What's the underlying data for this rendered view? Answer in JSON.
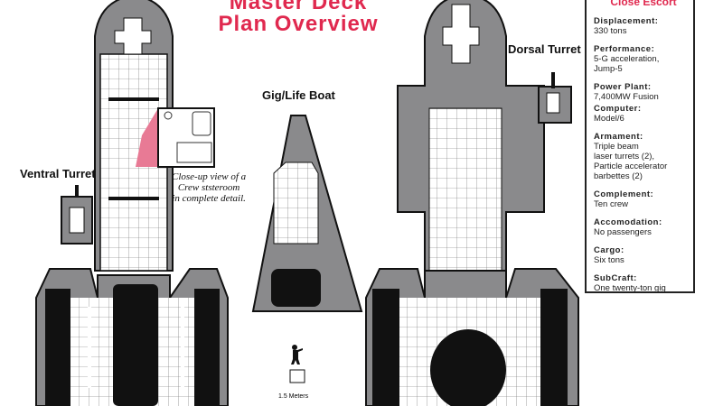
{
  "title": {
    "line1": "Master Deck",
    "line2": "Plan Overview"
  },
  "labels": {
    "gig": "Gig/Life Boat",
    "ventral_turret": "Ventral Turret",
    "dorsal_turret": "Dorsal Turret",
    "caption": [
      "Close-up view of a",
      "Crew ststeroom",
      "in complete detail."
    ],
    "scale": "1.5 Meters"
  },
  "specs": {
    "heading": "Close Escort",
    "items": [
      {
        "key": "Displacement:",
        "value": [
          "330 tons"
        ]
      },
      {
        "key": "Performance:",
        "value": [
          "5-G acceleration,",
          "Jump-5"
        ]
      },
      {
        "key": "Power Plant:",
        "value": [
          "7,400MW Fusion"
        ]
      },
      {
        "key": "Computer:",
        "value": [
          "Model/6"
        ]
      },
      {
        "key": "Armament:",
        "value": [
          "Triple beam",
          "laser turrets (2),",
          "Particle accelerator",
          "barbettes (2)"
        ]
      },
      {
        "key": "Complement:",
        "value": [
          "Ten crew"
        ]
      },
      {
        "key": "Accomodation:",
        "value": [
          "No passengers"
        ]
      },
      {
        "key": "Cargo:",
        "value": [
          "Six tons"
        ]
      },
      {
        "key": "SubCraft:",
        "value": [
          "One twenty-ton gig"
        ]
      }
    ]
  },
  "colors": {
    "accent": "#e0294f",
    "hull": "#8a8a8c",
    "ink": "#111111"
  }
}
